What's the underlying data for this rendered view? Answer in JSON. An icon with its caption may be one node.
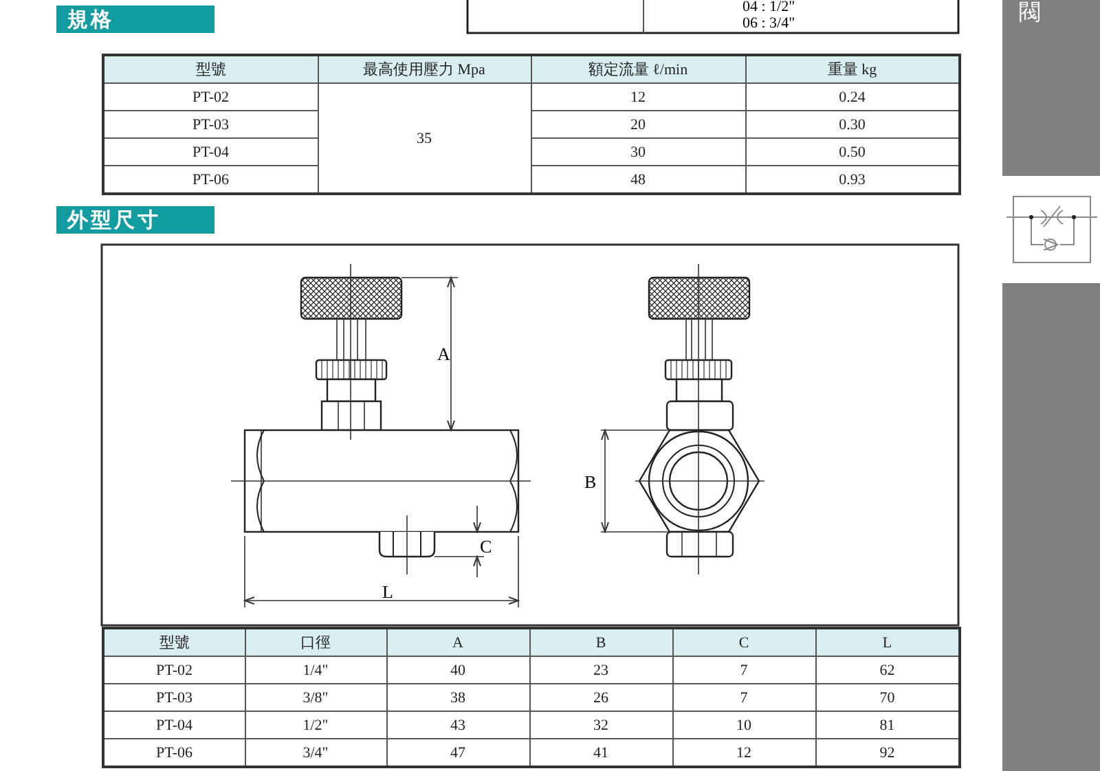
{
  "diagram": {
    "nodes": [
      {
        "text": [
          "閥"
        ]
      },
      {
        "text": [],
        "shape": "bar"
      }
    ],
    "labels": [
      "規格",
      "04 : 1/2\"",
      "06 : 3/4\"",
      "型號",
      "最高使用壓力 Mpa",
      "額定流量 ℓ/min",
      "重量 kg",
      "PT-02",
      "35",
      "12",
      "0.24",
      "PT-03",
      "20",
      "0.30",
      "PT-04",
      "30",
      "0.50",
      "PT-06",
      "48",
      "0.93",
      "外型尺寸",
      "A",
      "B",
      "C",
      "L",
      "型號",
      "口徑",
      "A",
      "B",
      "C",
      "L",
      "PT-02",
      "1/4\"",
      "40",
      "23",
      "7",
      "62",
      "PT-03",
      "3/8\"",
      "38",
      "26",
      "7",
      "70",
      "PT-04",
      "1/2\"",
      "43",
      "32",
      "10",
      "81",
      "PT-06",
      "3/4\"",
      "47",
      "41",
      "12",
      "92"
    ]
  }
}
